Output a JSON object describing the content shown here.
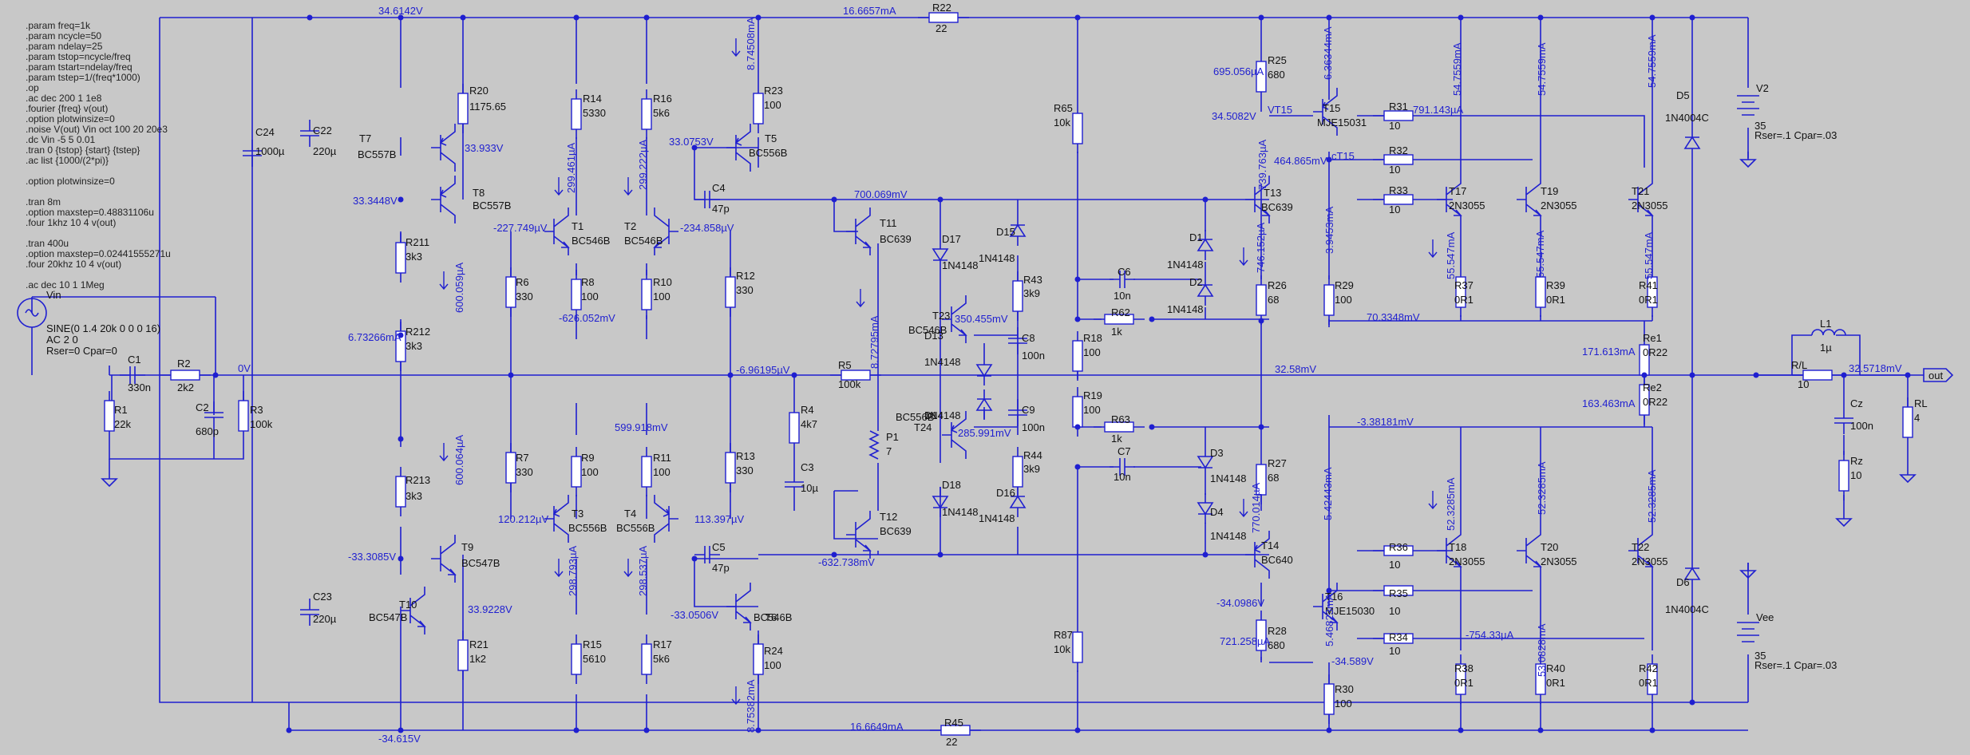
{
  "directives": [
    ".param freq=1k",
    ".param ncycle=50",
    ".param ndelay=25",
    ".param tstop=ncycle/freq",
    ".param tstart=ndelay/freq",
    ".param tstep=1/(freq*1000)",
    ".op",
    ".ac dec 200 1 1e8",
    ".fourier {freq} v(out)",
    ".option plotwinsize=0",
    ".noise V(out) Vin oct 100 20 20e3",
    ".dc Vin -5 5 0.01",
    ".tran 0 {tstop} {start} {tstep}",
    ".ac list {1000/(2*pi)}",
    "",
    ".option plotwinsize=0",
    "",
    ".tran 8m",
    ".option maxstep=0.48831106u",
    ".four 1khz 10 4 v(out)",
    "",
    ".tran 400u",
    ".option maxstep=0.02441555271u",
    ".four 20khz 10 4 v(out)",
    "",
    ".ac dec 10 1 1Meg"
  ],
  "source": {
    "name": "Vin",
    "lines": [
      "SINE(0 1.4 20k 0 0 0 16)",
      "AC 2 0",
      "Rser=0 Cpar=0"
    ]
  },
  "supplies": [
    {
      "id": "v2",
      "name": "V2",
      "value": "35",
      "param": "Rser=.1 Cpar=.03"
    },
    {
      "id": "vee",
      "name": "Vee",
      "value": "35",
      "param": "Rser=.1 Cpar=.03"
    }
  ],
  "components": [
    {
      "id": "c1",
      "n": "C1",
      "v": "330n"
    },
    {
      "id": "r2",
      "n": "R2",
      "v": "2k2"
    },
    {
      "id": "r1",
      "n": "R1",
      "v": "22k"
    },
    {
      "id": "c2",
      "n": "C2",
      "v": "680p"
    },
    {
      "id": "r3",
      "n": "R3",
      "v": "100k"
    },
    {
      "id": "c24",
      "n": "C24",
      "v": "1000µ"
    },
    {
      "id": "c22",
      "n": "C22",
      "v": "220µ"
    },
    {
      "id": "c23",
      "n": "C23",
      "v": "220µ"
    },
    {
      "id": "r20",
      "n": "R20",
      "v": "1175.65"
    },
    {
      "id": "r211",
      "n": "R211",
      "v": "3k3"
    },
    {
      "id": "r212",
      "n": "R212",
      "v": "3k3"
    },
    {
      "id": "r213",
      "n": "R213",
      "v": "3k3"
    },
    {
      "id": "r21",
      "n": "R21",
      "v": "1k2"
    },
    {
      "id": "r14",
      "n": "R14",
      "v": "5330"
    },
    {
      "id": "r16",
      "n": "R16",
      "v": "5k6"
    },
    {
      "id": "r6",
      "n": "R6",
      "v": "330"
    },
    {
      "id": "r8",
      "n": "R8",
      "v": "100"
    },
    {
      "id": "r10",
      "n": "R10",
      "v": "100"
    },
    {
      "id": "r12",
      "n": "R12",
      "v": "330"
    },
    {
      "id": "r7",
      "n": "R7",
      "v": "330"
    },
    {
      "id": "r9",
      "n": "R9",
      "v": "100"
    },
    {
      "id": "r11",
      "n": "R11",
      "v": "100"
    },
    {
      "id": "r13",
      "n": "R13",
      "v": "330"
    },
    {
      "id": "r15",
      "n": "R15",
      "v": "5610"
    },
    {
      "id": "r17",
      "n": "R17",
      "v": "5k6"
    },
    {
      "id": "r23",
      "n": "R23",
      "v": "100"
    },
    {
      "id": "r24",
      "n": "R24",
      "v": "100"
    },
    {
      "id": "c4",
      "n": "C4",
      "v": "47p"
    },
    {
      "id": "c5",
      "n": "C5",
      "v": "47p"
    },
    {
      "id": "r5",
      "n": "R5",
      "v": "100k"
    },
    {
      "id": "r4",
      "n": "R4",
      "v": "4k7"
    },
    {
      "id": "c3",
      "n": "C3",
      "v": "10µ"
    },
    {
      "id": "p1",
      "n": "P1",
      "v": "7"
    },
    {
      "id": "d17",
      "n": "D17",
      "v": "1N4148"
    },
    {
      "id": "d13",
      "n": "D13",
      "v": "1N4148"
    },
    {
      "id": "d14",
      "n": "D14",
      "v": "1N4148"
    },
    {
      "id": "d18",
      "n": "D18",
      "v": "1N4148"
    },
    {
      "id": "d15",
      "n": "D15",
      "v": "1N4148"
    },
    {
      "id": "d16",
      "n": "D16",
      "v": "1N4148"
    },
    {
      "id": "r43",
      "n": "R43",
      "v": "3k9"
    },
    {
      "id": "r44",
      "n": "R44",
      "v": "3k9"
    },
    {
      "id": "c8",
      "n": "C8",
      "v": "100n"
    },
    {
      "id": "c9",
      "n": "C9",
      "v": "100n"
    },
    {
      "id": "r65",
      "n": "R65",
      "v": "10k"
    },
    {
      "id": "r87",
      "n": "R87",
      "v": "10k"
    },
    {
      "id": "r18",
      "n": "R18",
      "v": "100"
    },
    {
      "id": "r19",
      "n": "R19",
      "v": "100"
    },
    {
      "id": "c6",
      "n": "C6",
      "v": "10n"
    },
    {
      "id": "c7",
      "n": "C7",
      "v": "10n"
    },
    {
      "id": "r62",
      "n": "R62",
      "v": "1k"
    },
    {
      "id": "r63",
      "n": "R63",
      "v": "1k"
    },
    {
      "id": "d1",
      "n": "D1",
      "v": "1N4148"
    },
    {
      "id": "d2",
      "n": "D2",
      "v": "1N4148"
    },
    {
      "id": "d3",
      "n": "D3",
      "v": "1N4148"
    },
    {
      "id": "d4",
      "n": "D4",
      "v": "1N4148"
    },
    {
      "id": "r25",
      "n": "R25",
      "v": "680"
    },
    {
      "id": "r26",
      "n": "R26",
      "v": "68"
    },
    {
      "id": "r27",
      "n": "R27",
      "v": "68"
    },
    {
      "id": "r28",
      "n": "R28",
      "v": "680"
    },
    {
      "id": "r29",
      "n": "R29",
      "v": "100"
    },
    {
      "id": "r30",
      "n": "R30",
      "v": "100"
    },
    {
      "id": "r31",
      "n": "R31",
      "v": "10"
    },
    {
      "id": "r32",
      "n": "R32",
      "v": "10"
    },
    {
      "id": "r33",
      "n": "R33",
      "v": "10"
    },
    {
      "id": "r34",
      "n": "R34",
      "v": "10"
    },
    {
      "id": "r35",
      "n": "R35",
      "v": "10"
    },
    {
      "id": "r36",
      "n": "R36",
      "v": "10"
    },
    {
      "id": "r37",
      "n": "R37",
      "v": "0R1"
    },
    {
      "id": "r38",
      "n": "R38",
      "v": "0R1"
    },
    {
      "id": "r39",
      "n": "R39",
      "v": "0R1"
    },
    {
      "id": "r40",
      "n": "R40",
      "v": "0R1"
    },
    {
      "id": "r41",
      "n": "R41",
      "v": "0R1"
    },
    {
      "id": "r42",
      "n": "R42",
      "v": "0R1"
    },
    {
      "id": "re1",
      "n": "Re1",
      "v": "0R22"
    },
    {
      "id": "re2",
      "n": "Re2",
      "v": "0R22"
    },
    {
      "id": "d5",
      "n": "D5",
      "v": "1N4004C"
    },
    {
      "id": "d6",
      "n": "D6",
      "v": "1N4004C"
    },
    {
      "id": "l1",
      "n": "L1",
      "v": "1µ"
    },
    {
      "id": "rl1",
      "n": "R/L",
      "v": "10"
    },
    {
      "id": "cz",
      "n": "Cz",
      "v": "100n"
    },
    {
      "id": "rz",
      "n": "Rz",
      "v": "10"
    },
    {
      "id": "rl",
      "n": "RL",
      "v": "4"
    },
    {
      "id": "r22",
      "n": "R22",
      "v": "22"
    },
    {
      "id": "r45",
      "n": "R45",
      "v": "22"
    }
  ],
  "transistors": [
    {
      "id": "t7",
      "n": "T7",
      "part": "BC557B"
    },
    {
      "id": "t8",
      "n": "T8",
      "part": "BC557B"
    },
    {
      "id": "t9",
      "n": "T9",
      "part": "BC547B"
    },
    {
      "id": "t10",
      "n": "T10",
      "part": "BC547B"
    },
    {
      "id": "t1",
      "n": "T1",
      "part": "BC546B"
    },
    {
      "id": "t2",
      "n": "T2",
      "part": "BC546B"
    },
    {
      "id": "t3",
      "n": "T3",
      "part": "BC556B"
    },
    {
      "id": "t4",
      "n": "T4",
      "part": "BC556B"
    },
    {
      "id": "t5",
      "n": "T5",
      "part": "BC556B"
    },
    {
      "id": "t6",
      "n": "T6",
      "part": "BC546B"
    },
    {
      "id": "t11",
      "n": "T11",
      "part": "BC639"
    },
    {
      "id": "t12",
      "n": "T12",
      "part": "BC639"
    },
    {
      "id": "t23",
      "n": "T23",
      "part": "BC546B"
    },
    {
      "id": "t24",
      "n": "T24",
      "part": "BC556B"
    },
    {
      "id": "t13",
      "n": "T13",
      "part": "BC639"
    },
    {
      "id": "t14",
      "n": "T14",
      "part": "BC640"
    },
    {
      "id": "t15",
      "n": "T15",
      "part": "MJE15031"
    },
    {
      "id": "t16",
      "n": "T16",
      "part": "MJE15030"
    },
    {
      "id": "t17",
      "n": "T17",
      "part": "2N3055"
    },
    {
      "id": "t18",
      "n": "T18",
      "part": "2N3055"
    },
    {
      "id": "t19",
      "n": "T19",
      "part": "2N3055"
    },
    {
      "id": "t20",
      "n": "T20",
      "part": "2N3055"
    },
    {
      "id": "t21",
      "n": "T21",
      "part": "2N3055"
    },
    {
      "id": "t22",
      "n": "T22",
      "part": "2N3055"
    }
  ],
  "nets": {
    "in": "0V",
    "out": "out",
    "vt15": "VT15",
    "ct15": "cT15"
  },
  "measurements": [
    "34.6142V",
    "16.6657mA",
    "8.74508mA",
    "33.933V",
    "33.3448V",
    "299.461µA",
    "299.222µA",
    "33.0753V",
    "-227.749µV",
    "-234.858µV",
    "700.069mV",
    "695.056µA",
    "34.5082V",
    "6.36344mA",
    "54.7559mA",
    "54.7559mA",
    "54.7559mA",
    "791.143µA",
    "464.865mV",
    "739.763µA",
    "3.9453mA",
    "600.059µA",
    "6.73266mA",
    "-626.052mV",
    "8.72795mA",
    "350.455mV",
    "746.152µA",
    "55.547mA",
    "55.547mA",
    "55.547mA",
    "70.3348mV",
    "171.613mA",
    "-6.96195µV",
    "32.58mV",
    "32.5718mV",
    "163.463mA",
    "599.918mV",
    "285.991mV",
    "-3.38181mV",
    "600.064µA",
    "120.212µV",
    "113.397µV",
    "770.014µA",
    "5.42443mA",
    "52.3285mA",
    "52.3285mA",
    "52.3285mA",
    "-33.3085V",
    "298.793µA",
    "298.537µA",
    "-632.738mV",
    "-34.0986V",
    "33.9228V",
    "-33.0506V",
    "721.258µA",
    "-34.589V",
    "5.46823mA",
    "-754.33µA",
    "8.75382mA",
    "16.6649mA",
    "-34.615V",
    "53.0828mA"
  ]
}
